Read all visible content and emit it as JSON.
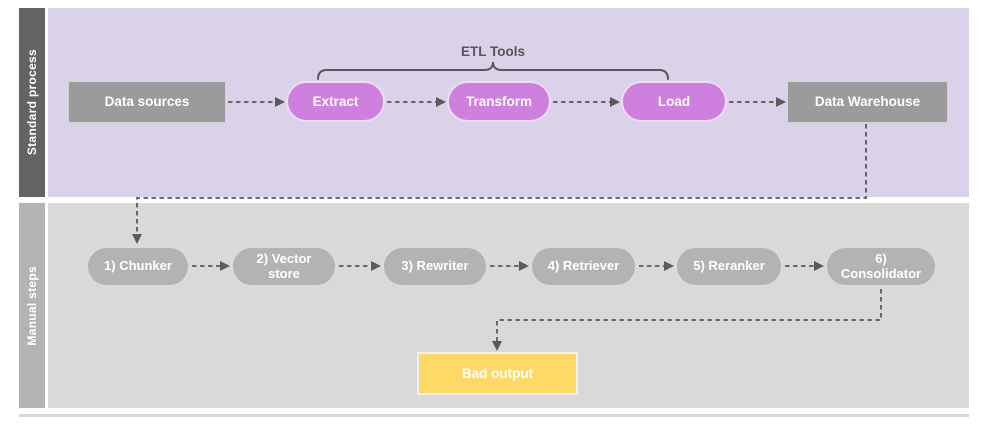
{
  "lanes": [
    {
      "title": "Standard process",
      "group_label": "ETL Tools",
      "nodes": [
        {
          "label": "Data sources"
        },
        {
          "label": "Extract"
        },
        {
          "label": "Transform"
        },
        {
          "label": "Load"
        },
        {
          "label": "Data Warehouse"
        }
      ]
    },
    {
      "title": "Manual steps",
      "nodes": [
        {
          "label": "1) Chunker"
        },
        {
          "label": "2) Vector store"
        },
        {
          "label": "3) Rewriter"
        },
        {
          "label": "4) Retriever"
        },
        {
          "label": "5) Reranker"
        },
        {
          "label": "6) Consolidator"
        },
        {
          "label": "Bad output"
        }
      ]
    }
  ],
  "colors": {
    "lane1_header": "#636363",
    "lane1_body": "#d9d2e9",
    "lane2_header": "#b3b3b3",
    "lane2_body": "#d9d9d9",
    "etl_node_fill": "#cf7fdd",
    "gray_node_fill": "#9b9b9b",
    "manual_node_fill": "#b3b3b3",
    "bad_output_fill": "#ffd966",
    "connector": "#5b5b5b",
    "node_text": "#ffffff"
  }
}
